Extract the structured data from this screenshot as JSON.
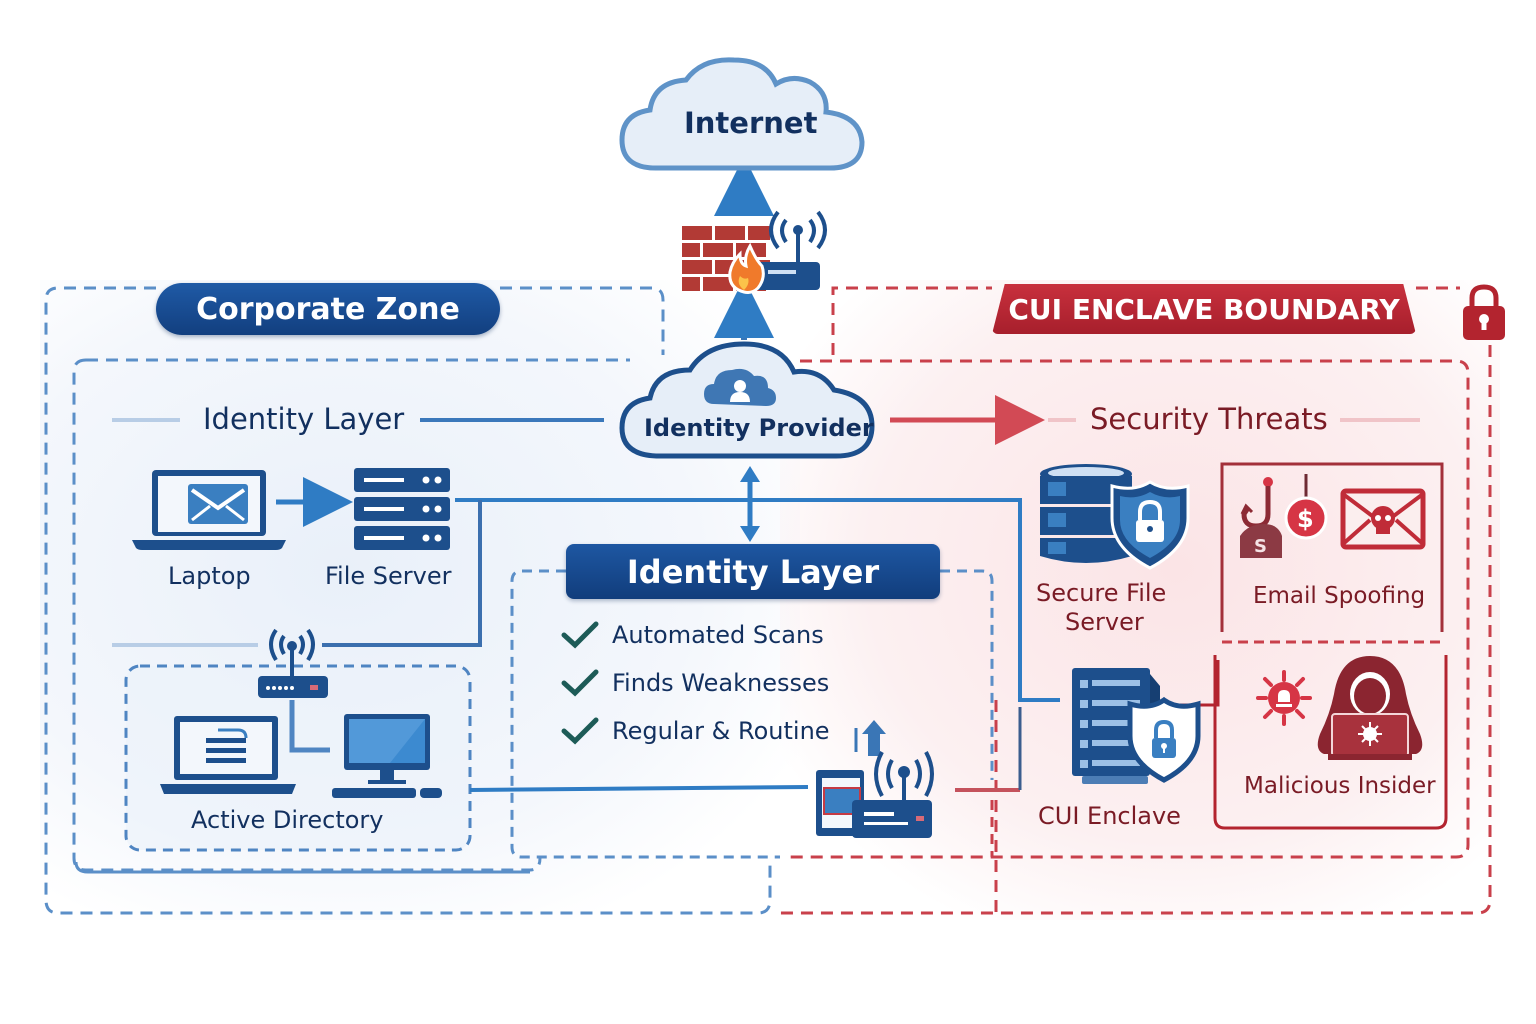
{
  "diagram": {
    "internet": {
      "label": "Internet",
      "icon": "cloud-icon"
    },
    "gateway": {
      "icons": [
        "firewall-icon",
        "flame-icon",
        "wireless-router-icon"
      ]
    },
    "corporate_zone": {
      "title": "Corporate Zone",
      "identity_layer_heading": "Identity Layer",
      "nodes": [
        {
          "label": "Laptop",
          "icon": "laptop-email-icon"
        },
        {
          "label": "File Server",
          "icon": "server-rack-icon"
        }
      ],
      "active_directory": {
        "label": "Active Directory",
        "icons": [
          "wireless-router-icon",
          "laptop-document-icon",
          "desktop-computer-icon"
        ]
      }
    },
    "identity_provider": {
      "label": "Identity Provider",
      "icon": "cloud-user-icon"
    },
    "identity_layer_panel": {
      "title": "Identity Layer",
      "items": [
        {
          "label": "Automated Scans",
          "icon": "checkmark-icon"
        },
        {
          "label": "Finds Weaknesses",
          "icon": "checkmark-icon"
        },
        {
          "label": "Regular & Routine",
          "icon": "checkmark-icon"
        }
      ],
      "device_icon": "scanner-router-icon"
    },
    "cui_enclave": {
      "title": "CUI ENCLAVE BOUNDARY",
      "lock_icon": "padlock-icon",
      "threats_heading": "Security Threats",
      "nodes": [
        {
          "label_line1": "Secure File",
          "label_line2": "Server",
          "icon": "database-shield-icon"
        },
        {
          "label": "CUI Enclave",
          "icon": "server-shield-icon"
        }
      ],
      "threats": [
        {
          "label": "Email Spoofing",
          "icons": [
            "phishing-hook-icon",
            "skull-envelope-icon"
          ]
        },
        {
          "label": "Malicious Insider",
          "icons": [
            "malware-bug-icon",
            "hooded-hacker-icon"
          ]
        }
      ]
    },
    "colors": {
      "navy": "#12305f",
      "blue_primary": "#1e57a2",
      "blue_line": "#2f7cc4",
      "blue_dash": "#5b8fc8",
      "red_primary": "#b3242f",
      "red_dash": "#c9404b",
      "maroon_text": "#7a1b25",
      "check_green": "#1d5b57"
    }
  }
}
